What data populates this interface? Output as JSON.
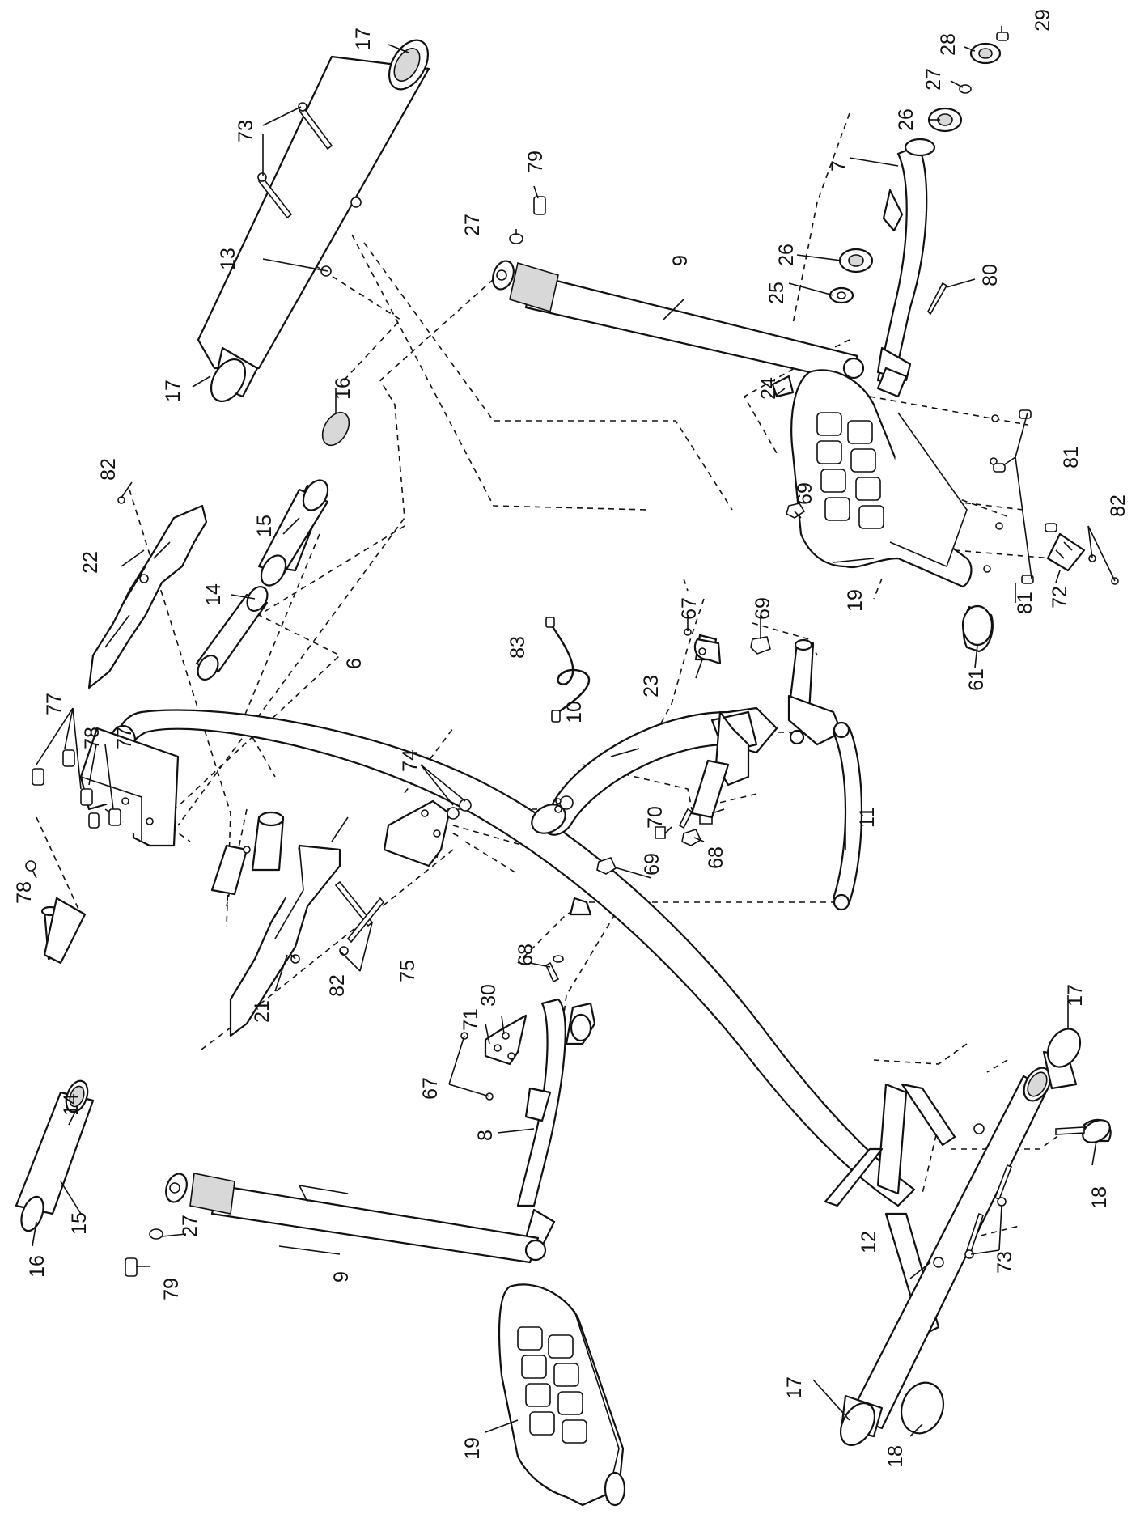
{
  "diagram": {
    "labels": [
      "6",
      "7",
      "8",
      "9",
      "9",
      "10",
      "11",
      "12",
      "13",
      "14",
      "14",
      "15",
      "15",
      "16",
      "16",
      "17",
      "17",
      "17",
      "17",
      "18",
      "18",
      "19",
      "19",
      "21",
      "22",
      "23",
      "24",
      "25",
      "26",
      "26",
      "27",
      "27",
      "27",
      "28",
      "29",
      "30",
      "61",
      "67",
      "67",
      "68",
      "68",
      "69",
      "69",
      "69",
      "70",
      "71",
      "72",
      "73",
      "73",
      "74",
      "75",
      "77",
      "77",
      "78",
      "78",
      "79",
      "79",
      "80",
      "81",
      "81",
      "82",
      "82",
      "82",
      "83"
    ]
  }
}
